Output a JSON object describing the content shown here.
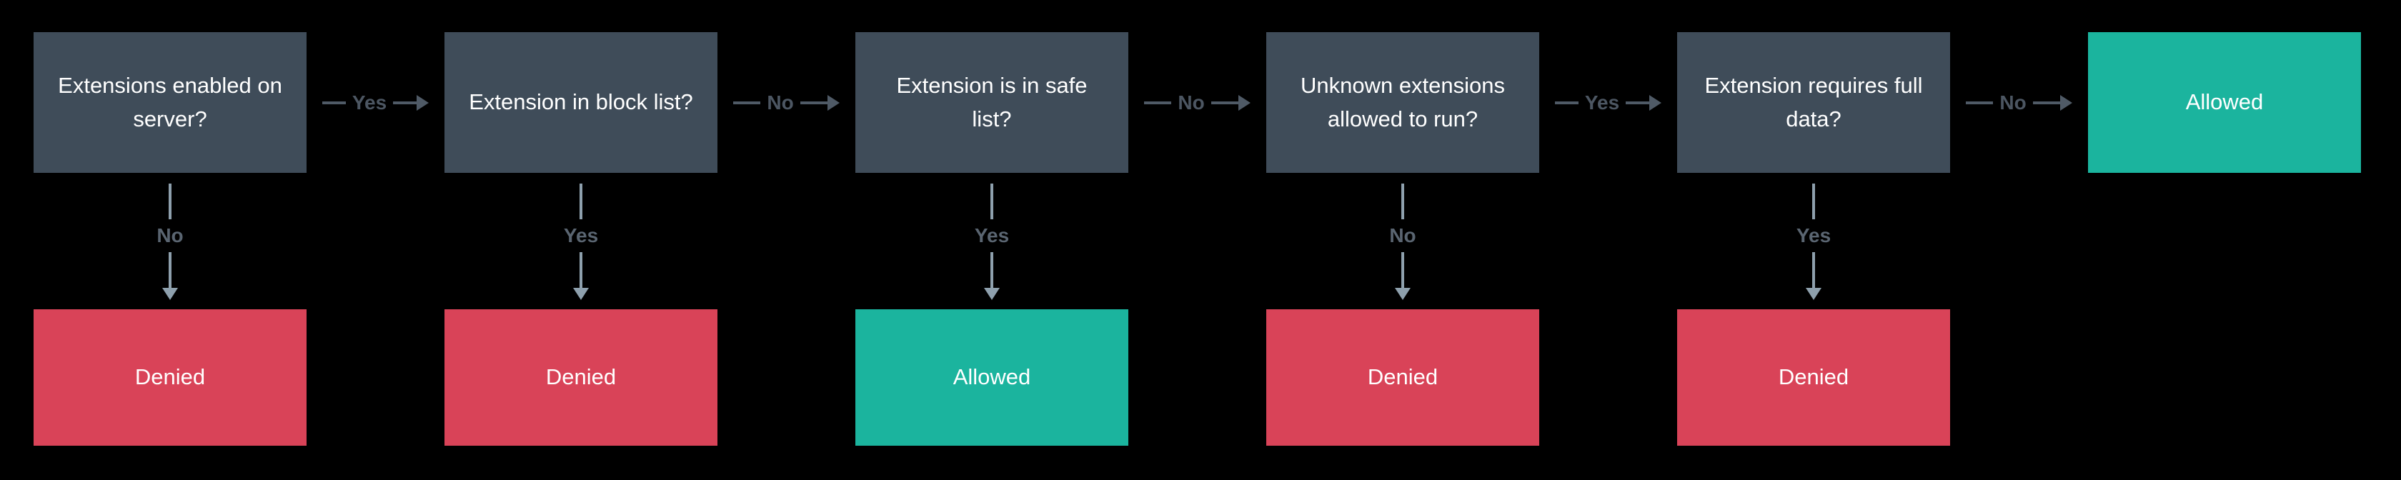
{
  "diagram": {
    "columns": [
      {
        "question": "Extensions enabled on server?",
        "branch_right_label": "Yes",
        "branch_down_label": "No",
        "outcome": "Denied",
        "outcome_type": "denied"
      },
      {
        "question": "Extension in block list?",
        "branch_right_label": "No",
        "branch_down_label": "Yes",
        "outcome": "Denied",
        "outcome_type": "denied"
      },
      {
        "question": "Extension is in safe list?",
        "branch_right_label": "No",
        "branch_down_label": "Yes",
        "outcome": "Allowed",
        "outcome_type": "allowed"
      },
      {
        "question": "Unknown extensions allowed to run?",
        "branch_right_label": "Yes",
        "branch_down_label": "No",
        "outcome": "Denied",
        "outcome_type": "denied"
      },
      {
        "question": "Extension requires full data?",
        "branch_right_label": "No",
        "branch_down_label": "Yes",
        "outcome": "Denied",
        "outcome_type": "denied"
      }
    ],
    "final_outcome": "Allowed",
    "colors": {
      "background": "#000000",
      "decision": "#3f4c59",
      "denied": "#d94358",
      "allowed": "#1bb49e",
      "arrow": "#4f5a66",
      "arrow_down": "#8ea0ad"
    }
  }
}
